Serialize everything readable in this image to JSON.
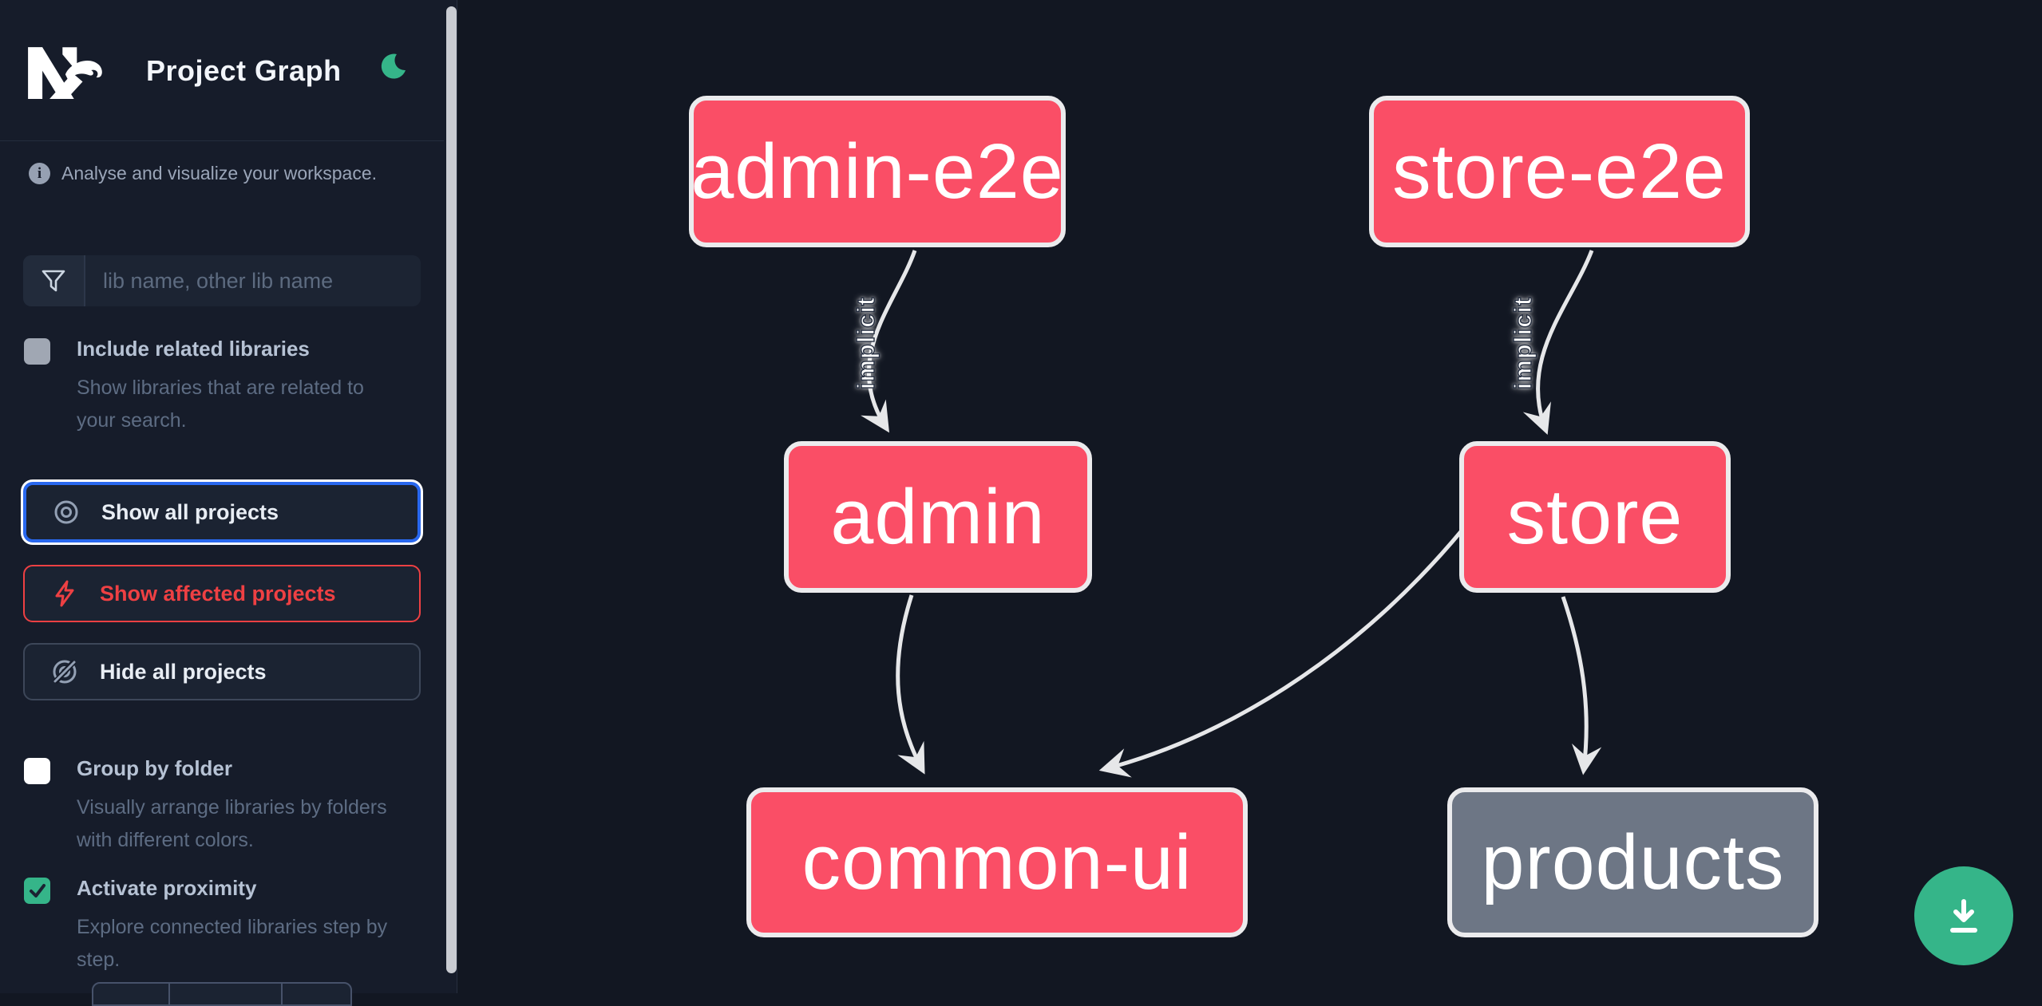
{
  "header": {
    "title": "Project Graph",
    "logo": "nx-logo",
    "theme_toggle": "moon-icon"
  },
  "sidebar": {
    "tagline": "Analyse and visualize your workspace.",
    "search": {
      "placeholder": "lib name, other lib name",
      "icon": "funnel-icon",
      "value": ""
    },
    "checkboxes": [
      {
        "label": "Include related libraries",
        "description": "Show libraries that are related to your search.",
        "checked": false
      },
      {
        "label": "Group by folder",
        "description": "Visually arrange libraries by folders with different colors.",
        "checked": false
      },
      {
        "label": "Activate proximity",
        "description": "Explore connected libraries step by step.",
        "checked": true
      }
    ],
    "buttons": [
      {
        "label": "Show all projects",
        "icon": "eye-icon",
        "state": "focused"
      },
      {
        "label": "Show affected projects",
        "icon": "bolt-icon",
        "state": "affected-red"
      },
      {
        "label": "Hide all projects",
        "icon": "eye-off-icon",
        "state": "default"
      }
    ]
  },
  "graph": {
    "nodes": [
      {
        "label": "admin-e2e",
        "color": "#fa4e66"
      },
      {
        "label": "store-e2e",
        "color": "#fa4e66"
      },
      {
        "label": "admin",
        "color": "#fa4e66"
      },
      {
        "label": "store",
        "color": "#fa4e66"
      },
      {
        "label": "common-ui",
        "color": "#fa4e66"
      },
      {
        "label": "products",
        "color": "#6d7685"
      }
    ],
    "edges": [
      {
        "from": "admin-e2e",
        "to": "admin",
        "label": "implicit"
      },
      {
        "from": "store-e2e",
        "to": "store",
        "label": "implicit"
      },
      {
        "from": "admin",
        "to": "common-ui",
        "label": ""
      },
      {
        "from": "store",
        "to": "common-ui",
        "label": ""
      },
      {
        "from": "store",
        "to": "products",
        "label": ""
      }
    ]
  },
  "fab": {
    "icon": "download-icon"
  },
  "colors": {
    "canvas_bg": "#121722",
    "sidebar_bg": "#161c2a",
    "node_pink": "#fa4e66",
    "node_gray": "#6d7685",
    "node_border": "#ebebed",
    "edge": "#e6e7e9",
    "accent_blue": "#2968ef",
    "accent_red": "#ee4043",
    "accent_green": "#35b589"
  }
}
